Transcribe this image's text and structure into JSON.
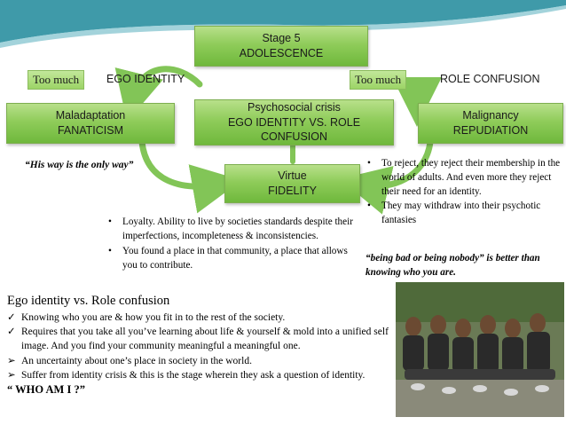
{
  "stage_box": {
    "line1": "Stage 5",
    "line2": "ADOLESCENCE"
  },
  "crisis_box": {
    "line1": "Psychosocial crisis",
    "line2": "EGO IDENTITY VS. ROLE",
    "line3": "CONFUSION"
  },
  "virtue_box": {
    "line1": "Virtue",
    "line2": "FIDELITY"
  },
  "maladaptation_box": {
    "line1": "Maladaptation",
    "line2": "FANATICISM"
  },
  "malignancy_box": {
    "line1": "Malignancy",
    "line2": "REPUDIATION"
  },
  "left_tag": {
    "box_label": "Too much",
    "text": "EGO IDENTITY"
  },
  "right_tag": {
    "box_label": "Too much",
    "text": "ROLE CONFUSION"
  },
  "left_quote": "“His way is the only way”",
  "center_bullets": [
    "Loyalty. Ability to live by societies standards despite their imperfections, incompleteness & inconsistencies.",
    "You found a place in that community, a place that allows you to contribute."
  ],
  "right_bullets": [
    "To reject, they reject their membership in the world of adults. And even more they reject their need for an identity.",
    "They may withdraw into their psychotic fantasies"
  ],
  "right_quote": "“being bad or being nobody” is better than knowing who you are.",
  "bottom": {
    "heading": "Ego identity vs. Role confusion",
    "items": [
      {
        "marker": "✓",
        "text": "Knowing who you are & how you fit in to the rest of the society."
      },
      {
        "marker": "✓",
        "text": "Requires that you take all you’ve learning about life & yourself & mold into a unified self image. And you find your community meaningful a meaningful one."
      },
      {
        "marker": "➢",
        "text": "An uncertainty about one’s place in society in the world."
      },
      {
        "marker": "➢",
        "text": "Suffer from identity crisis & this is the stage wherein  they ask a question of identity."
      }
    ],
    "question": "“ WHO AM I ?”"
  },
  "colors": {
    "box_green": "#8fcc5a",
    "wave_teal": "#2a8fa0",
    "arrow_green": "#6dbb3a"
  },
  "icons": {
    "check": "check-icon",
    "arrow_bullet": "arrow-bullet-icon",
    "curved_arrow": "curved-arrow-icon"
  }
}
